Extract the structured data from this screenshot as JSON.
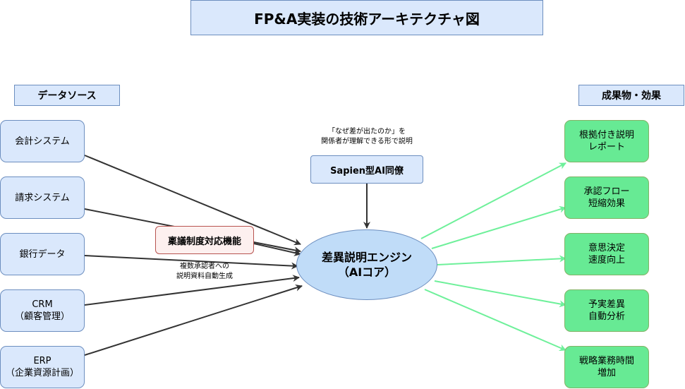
{
  "title": "FP&A実装の技術アーキテクチャ図",
  "headers": {
    "sources": "データソース",
    "results": "成果物・効果"
  },
  "sources": [
    {
      "label": "会計システム"
    },
    {
      "label": "請求システム"
    },
    {
      "label": "銀行データ"
    },
    {
      "label": "CRM\n（顧客管理）"
    },
    {
      "label": "ERP\n（企業資源計画）"
    }
  ],
  "results": [
    {
      "label": "根拠付き説明\nレポート"
    },
    {
      "label": "承認フロー\n短縮効果"
    },
    {
      "label": "意思決定\n速度向上"
    },
    {
      "label": "予実差異\n自動分析"
    },
    {
      "label": "戦略業務時間\n増加"
    }
  ],
  "engine": {
    "label": "差異説明エンジン\n（AIコア）"
  },
  "sapien": {
    "label": "Sapien型AI同僚",
    "note": "「なぜ差が出たのか」を\n関係者が理解できる形で説明"
  },
  "ringi": {
    "label": "稟議制度対応機能",
    "note": "複数承認者への\n説明資料自動生成"
  },
  "colors": {
    "input_edge": "#333333",
    "output_edge": "#6ef09a",
    "blue_fill": "#dae8fc",
    "green_fill": "#67ea94",
    "engine_fill": "#c0dcf8",
    "ringi_fill": "#fdf0ef"
  }
}
